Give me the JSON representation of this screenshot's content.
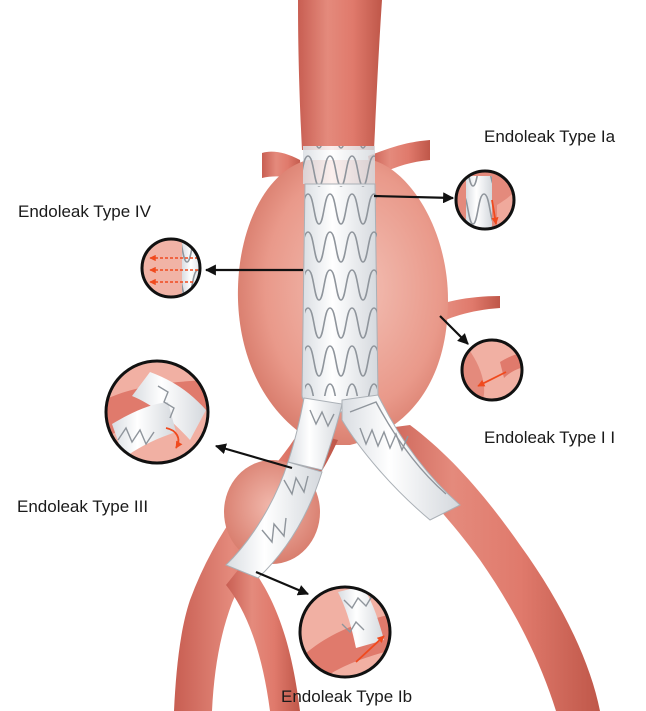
{
  "labels": {
    "type_ia": "Endoleak Type Ia",
    "type_iv": "Endoleak Type IV",
    "type_ii": "Endoleak Type I I",
    "type_iii": "Endoleak Type III",
    "type_ib": "Endoleak Type Ib"
  },
  "colors": {
    "vessel": "#e0786a",
    "vessel_dark": "#b9554a",
    "aneurysm": "#eba396",
    "stent_fabric": "#f2f4f6",
    "stent_wire": "#8a8f96",
    "leak_arrow": "#f04a1e",
    "pointer_arrow": "#111111",
    "inset_ring": "#111111"
  }
}
